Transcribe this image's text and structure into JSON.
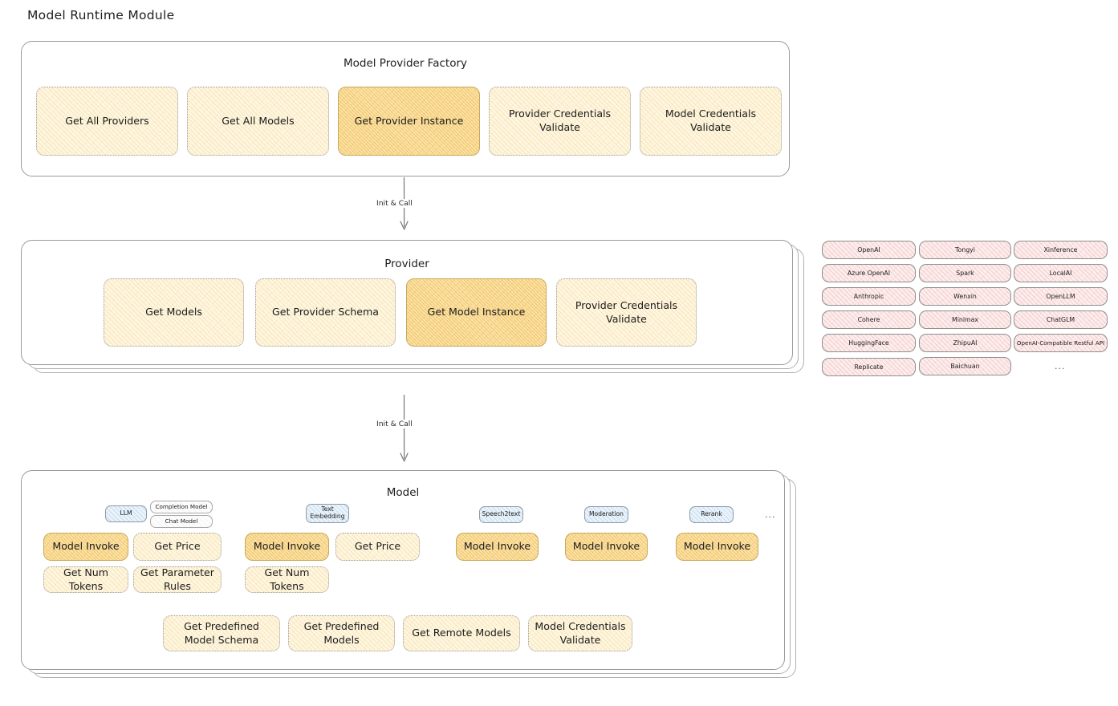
{
  "title": "Model Runtime Module",
  "factory": {
    "title": "Model Provider Factory",
    "boxes": [
      {
        "label": "Get All Providers",
        "highlight": false
      },
      {
        "label": "Get All Models",
        "highlight": false
      },
      {
        "label": "Get Provider Instance",
        "highlight": true
      },
      {
        "label": "Provider Credentials Validate",
        "highlight": false
      },
      {
        "label": "Model Credentials Validate",
        "highlight": false
      }
    ]
  },
  "arrows": [
    {
      "label": "Init & Call"
    },
    {
      "label": "Init & Call"
    }
  ],
  "provider": {
    "title": "Provider",
    "boxes": [
      {
        "label": "Get Models",
        "highlight": false
      },
      {
        "label": "Get Provider Schema",
        "highlight": false
      },
      {
        "label": "Get Model Instance",
        "highlight": true
      },
      {
        "label": "Provider Credentials Validate",
        "highlight": false
      }
    ]
  },
  "provider_list": {
    "columns": [
      [
        "OpenAI",
        "Azure OpenAI",
        "Anthropic",
        "Cohere",
        "HuggingFace",
        "Replicate"
      ],
      [
        "Tongyi",
        "Spark",
        "Wenxin",
        "Minimax",
        "ZhipuAI",
        "Baichuan"
      ],
      [
        "Xinference",
        "LocalAI",
        "OpenLLM",
        "ChatGLM",
        "OpenAI-Compatible Restful API"
      ]
    ],
    "more": "..."
  },
  "model": {
    "title": "Model",
    "more": "...",
    "types": [
      {
        "name": "LLM",
        "sub": [
          "Completion Model",
          "Chat Model"
        ]
      },
      {
        "name": "Text Embedding",
        "sub": []
      },
      {
        "name": "Speech2text",
        "sub": []
      },
      {
        "name": "Moderation",
        "sub": []
      },
      {
        "name": "Rerank",
        "sub": []
      }
    ],
    "methods": [
      {
        "label": "Model Invoke",
        "highlight": true
      },
      {
        "label": "Get Price",
        "highlight": false
      },
      {
        "label": "Get Num Tokens",
        "highlight": false
      },
      {
        "label": "Get Parameter Rules",
        "highlight": false
      },
      {
        "label": "Model Invoke",
        "highlight": true
      },
      {
        "label": "Get Price",
        "highlight": false
      },
      {
        "label": "Get Num Tokens",
        "highlight": false
      },
      {
        "label": "Model Invoke",
        "highlight": true
      },
      {
        "label": "Model Invoke",
        "highlight": true
      },
      {
        "label": "Model Invoke",
        "highlight": true
      }
    ],
    "shared_methods": [
      {
        "label": "Get Predefined Model Schema"
      },
      {
        "label": "Get Predefined Models"
      },
      {
        "label": "Get Remote Models"
      },
      {
        "label": "Model Credentials Validate"
      }
    ]
  },
  "colors": {
    "amber_light": "#fdf6e3",
    "amber_dark": "#fbe3ab",
    "pink": "#fdeeee",
    "blue": "#eaf3fb",
    "border": "#9a9a9a"
  }
}
